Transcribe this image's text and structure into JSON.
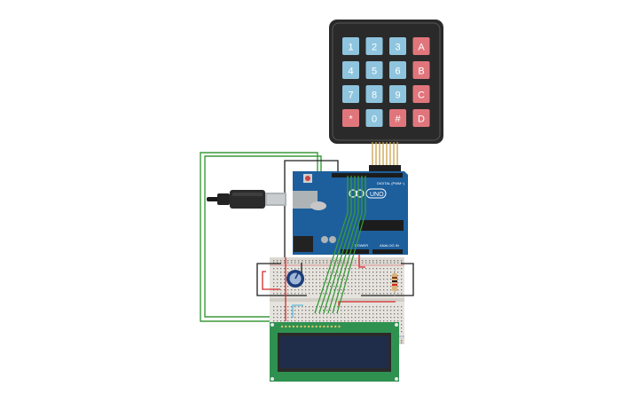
{
  "keypad": {
    "keys": [
      {
        "label": "1",
        "kind": "num"
      },
      {
        "label": "2",
        "kind": "num"
      },
      {
        "label": "3",
        "kind": "num"
      },
      {
        "label": "A",
        "kind": "letter"
      },
      {
        "label": "4",
        "kind": "num"
      },
      {
        "label": "5",
        "kind": "num"
      },
      {
        "label": "6",
        "kind": "num"
      },
      {
        "label": "B",
        "kind": "letter"
      },
      {
        "label": "7",
        "kind": "num"
      },
      {
        "label": "8",
        "kind": "num"
      },
      {
        "label": "9",
        "kind": "num"
      },
      {
        "label": "C",
        "kind": "letter"
      },
      {
        "label": "*",
        "kind": "letter"
      },
      {
        "label": "0",
        "kind": "num"
      },
      {
        "label": "#",
        "kind": "letter"
      },
      {
        "label": "D",
        "kind": "letter"
      }
    ]
  },
  "arduino": {
    "brand_text": "UNO",
    "digital_label": "DIGITAL (PWM~)",
    "power_label": "POWER",
    "analog_label": "ANALOG IN"
  },
  "colors": {
    "key_num": "#8fc4de",
    "key_letter": "#e0767c",
    "keypad_body": "#2a2a2a",
    "arduino_board": "#1d5f9d",
    "breadboard": "#e6e3de",
    "lcd_pcb": "#2e9150",
    "lcd_screen": "#1f2d4a",
    "wire_green": "#3a9a3a",
    "wire_red": "#d62828",
    "wire_black": "#1e1e1e",
    "wire_cyan": "#5cb8e0"
  },
  "icons": {
    "usb_cable": "usb-cable-icon",
    "potentiometer": "potentiometer-icon",
    "resistor": "resistor-icon"
  }
}
